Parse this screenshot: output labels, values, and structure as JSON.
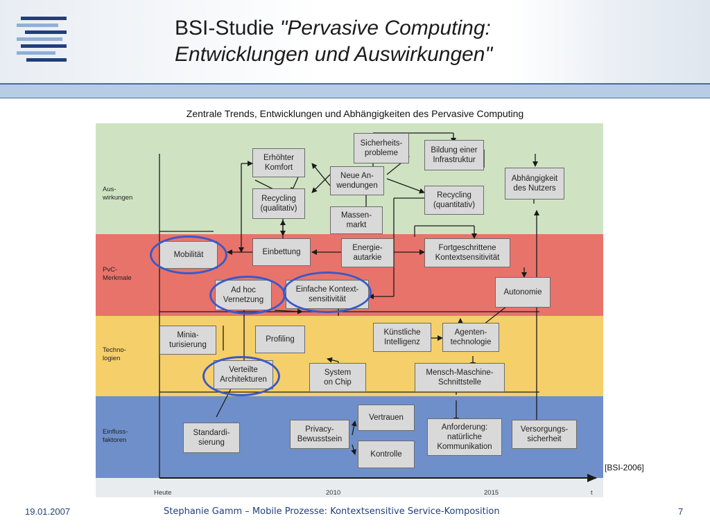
{
  "slide": {
    "title_plain": "BSI-Studie ",
    "title_italic_1": "\"Pervasive Computing:",
    "title_italic_2": "Entwicklungen und Auswirkungen\"",
    "subtitle": "Zentrale Trends, Entwicklungen und Abhängigkeiten des Pervasive Computing",
    "source": "[BSI-2006]"
  },
  "colors": {
    "auswirkungen": "#cfe3c3",
    "merkmale": "#e8736b",
    "technologien": "#f5cf6a",
    "einflussfaktoren": "#6f8fca",
    "ring": "#3a59c9",
    "footer": "#1f3f7a"
  },
  "diagram": {
    "bands": {
      "auswirkungen": "Aus-\nwirkungen",
      "merkmale": "PvC-\nMerkmale",
      "technologien": "Techno-\nlogien",
      "einflussfaktoren": "Einfluss-\nfaktoren"
    },
    "axis": {
      "start": "Heute",
      "mid": "2010",
      "late": "2015",
      "end": "t"
    },
    "boxes": {
      "erhoehter_komfort": "Erhöhter\nKomfort",
      "recycling_qualitativ": "Recycling\n(qualitativ)",
      "neue_anwendungen": "Neue An-\nwendungen",
      "massenmarkt": "Massen-\nmarkt",
      "sicherheitsprobleme": "Sicherheits-\nprobleme",
      "bildung_infrastruktur": "Bildung einer\nInfrastruktur",
      "recycling_quantitativ": "Recycling\n(quantitativ)",
      "abhaengigkeit": "Abhängigkeit\ndes Nutzers",
      "mobilitaet": "Mobilität",
      "einbettung": "Einbettung",
      "energieautarkie": "Energie-\nautarkie",
      "fortgeschrittene": "Fortgeschrittene\nKontextsensitivität",
      "ad_hoc": "Ad hoc\nVernetzung",
      "einfache_kontext": "Einfache Kontext-\nsensitivität",
      "autonomie": "Autonomie",
      "miniaturisierung": "Minia-\nturisierung",
      "profiling": "Profiling",
      "kuenstliche": "Künstliche\nIntelligenz",
      "agententechnologie": "Agenten-\ntechnologie",
      "verteilte": "Verteilte\nArchitekturen",
      "system_on_chip": "System\non Chip",
      "mensch_maschine": "Mensch-Maschine-\nSchnittstelle",
      "standardisierung": "Standardi-\nsierung",
      "privacy": "Privacy-\nBewusstsein",
      "vertrauen": "Vertrauen",
      "kontrolle": "Kontrolle",
      "anforderung": "Anforderung:\nnatürliche\nKommunikation",
      "versorgungssicherheit": "Versorgungs-\nsicherheit"
    }
  },
  "footer": {
    "date": "19.01.2007",
    "center": "Stephanie Gamm – Mobile Prozesse: Kontextsensitive Service-Komposition",
    "page": "7"
  }
}
